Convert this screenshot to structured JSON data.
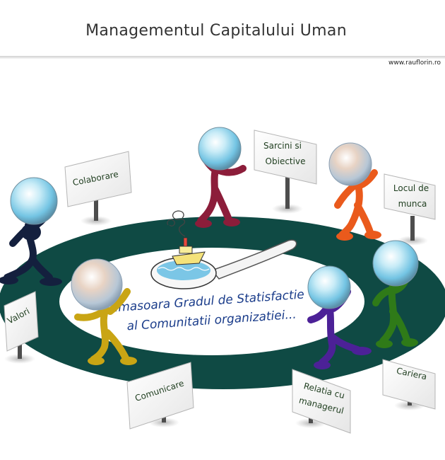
{
  "header": {
    "title": "Managementul Capitalului Uman",
    "site": "www.rauflorin.ro"
  },
  "center": {
    "line1": "..masoara Gradul de Statisfactie",
    "line2": "al Comunitatii organizatiei..."
  },
  "signs": {
    "colaborare": "Colaborare",
    "sarcini_line1": "Sarcini si",
    "sarcini_line2": "Obiective",
    "locul_line1": "Locul de",
    "locul_line2": "munca",
    "valori": "Valori",
    "comunicare": "Comunicare",
    "relatia_line1": "Relatia cu",
    "relatia_line2": "managerul",
    "cariera": "Cariera"
  },
  "colors": {
    "ring": "#0f4a44",
    "navy_figure": "#14203e",
    "maroon_figure": "#8c1d3a",
    "orange_figure": "#ea5a1c",
    "mustard_figure": "#c9a514",
    "purple_figure": "#4c2197",
    "green_figure": "#2f7a18",
    "center_text": "#1a3c8a"
  },
  "icons": [
    "bubble-icon",
    "spoon-icon",
    "boat-icon",
    "steam-icon"
  ]
}
